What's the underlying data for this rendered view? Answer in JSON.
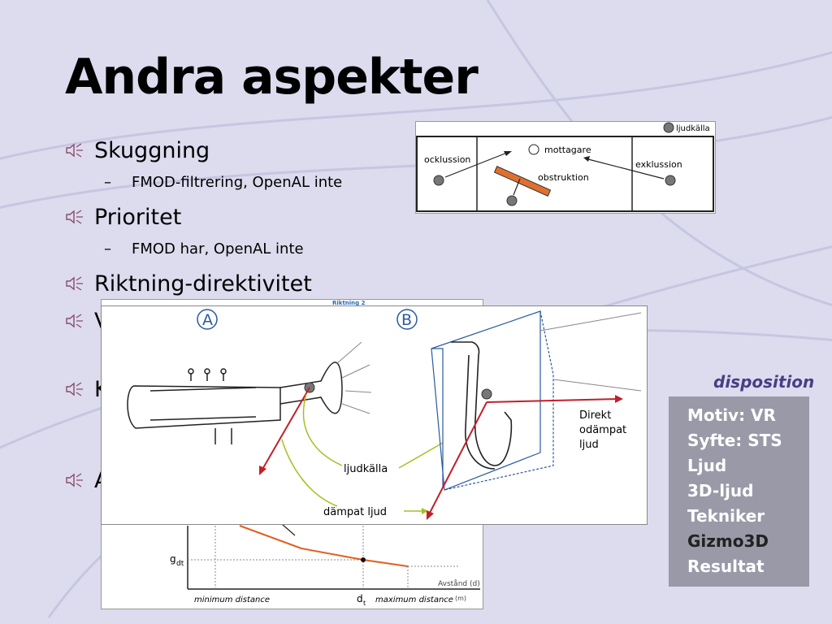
{
  "slide": {
    "title": "Andra aspekter",
    "bullets": [
      {
        "text": "Skuggning",
        "sub": "FMOD-filtrering, OpenAL inte"
      },
      {
        "text": "Prioritet",
        "sub": "FMOD har, OpenAL inte"
      },
      {
        "text": "Riktning-direktivitet"
      },
      {
        "text": "V"
      },
      {
        "text": "K"
      },
      {
        "text": "A"
      }
    ]
  },
  "occlusion_diagram": {
    "legend": "ljudkälla",
    "labels": {
      "occlusion": "ocklussion",
      "receiver": "mottagare",
      "obstruction": "obstruktion",
      "exclusion": "exklussion"
    },
    "colors": {
      "obstacle": "#e07030",
      "source": "#777777"
    }
  },
  "graph_panel": {
    "header": "Riktning 2",
    "y_label": "g",
    "y_label_sub": "dt",
    "x_label_min": "minimum distance",
    "x_label_dt": "d",
    "x_label_dt_sub": "t",
    "x_label_max": "maximum distance",
    "axis_unit_label": "Avstånd (d)",
    "axis_unit": "(m)",
    "colors": {
      "curve": "#e06020"
    }
  },
  "instrument_figure": {
    "label_a": "A",
    "label_b": "B",
    "source_label": "ljudkälla",
    "damped_label": "dämpat ljud",
    "direct_label_lines": [
      "Direkt",
      "odämpat",
      "ljud"
    ],
    "colors": {
      "direct_arrow": "#c0202a",
      "damped_arrow": "#a8c020",
      "label_circle": "#2a5aa0"
    }
  },
  "disposition": {
    "label": "disposition",
    "items": [
      "Motiv: VR",
      "Syfte: STS",
      "Ljud",
      "3D-ljud",
      "Tekniker",
      "Gizmo3D",
      "Resultat"
    ],
    "active_index": 5,
    "colors": {
      "label": "#4a3e86",
      "box": "#9a99a8",
      "active_text": "#222222",
      "text": "#ffffff"
    }
  }
}
